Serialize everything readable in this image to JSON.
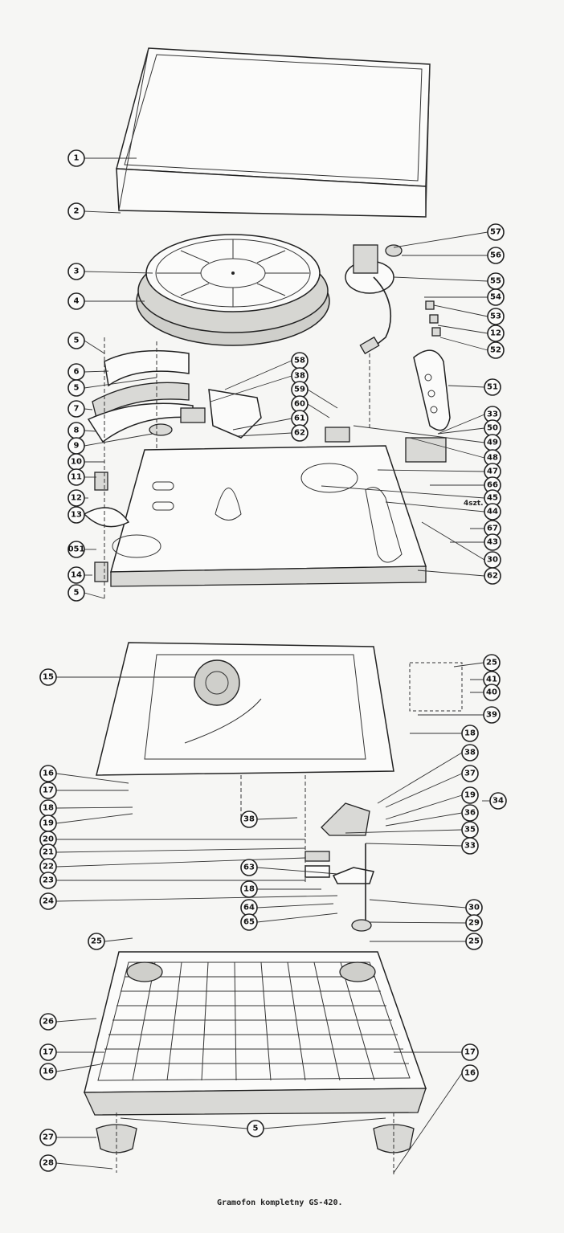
{
  "caption": "Gramofon kompletny GS-420.",
  "quantity_note": "4szt.",
  "callouts": [
    "1",
    "2",
    "3",
    "4",
    "5",
    "6",
    "5",
    "7",
    "8",
    "9",
    "10",
    "11",
    "12",
    "13",
    "051",
    "14",
    "5",
    "57",
    "56",
    "55",
    "54",
    "53",
    "12",
    "52",
    "51",
    "33",
    "50",
    "49",
    "48",
    "47",
    "66",
    "45",
    "44",
    "67",
    "43",
    "30",
    "62",
    "58",
    "38",
    "59",
    "60",
    "61",
    "62",
    "15",
    "25",
    "41",
    "40",
    "39",
    "18",
    "38",
    "37",
    "34",
    "19",
    "36",
    "35",
    "33",
    "16",
    "17",
    "18",
    "19",
    "20",
    "21",
    "22",
    "23",
    "24",
    "38",
    "63",
    "18",
    "64",
    "65",
    "30",
    "29",
    "25",
    "25",
    "26",
    "17",
    "16",
    "17",
    "16",
    "5",
    "27",
    "28"
  ]
}
